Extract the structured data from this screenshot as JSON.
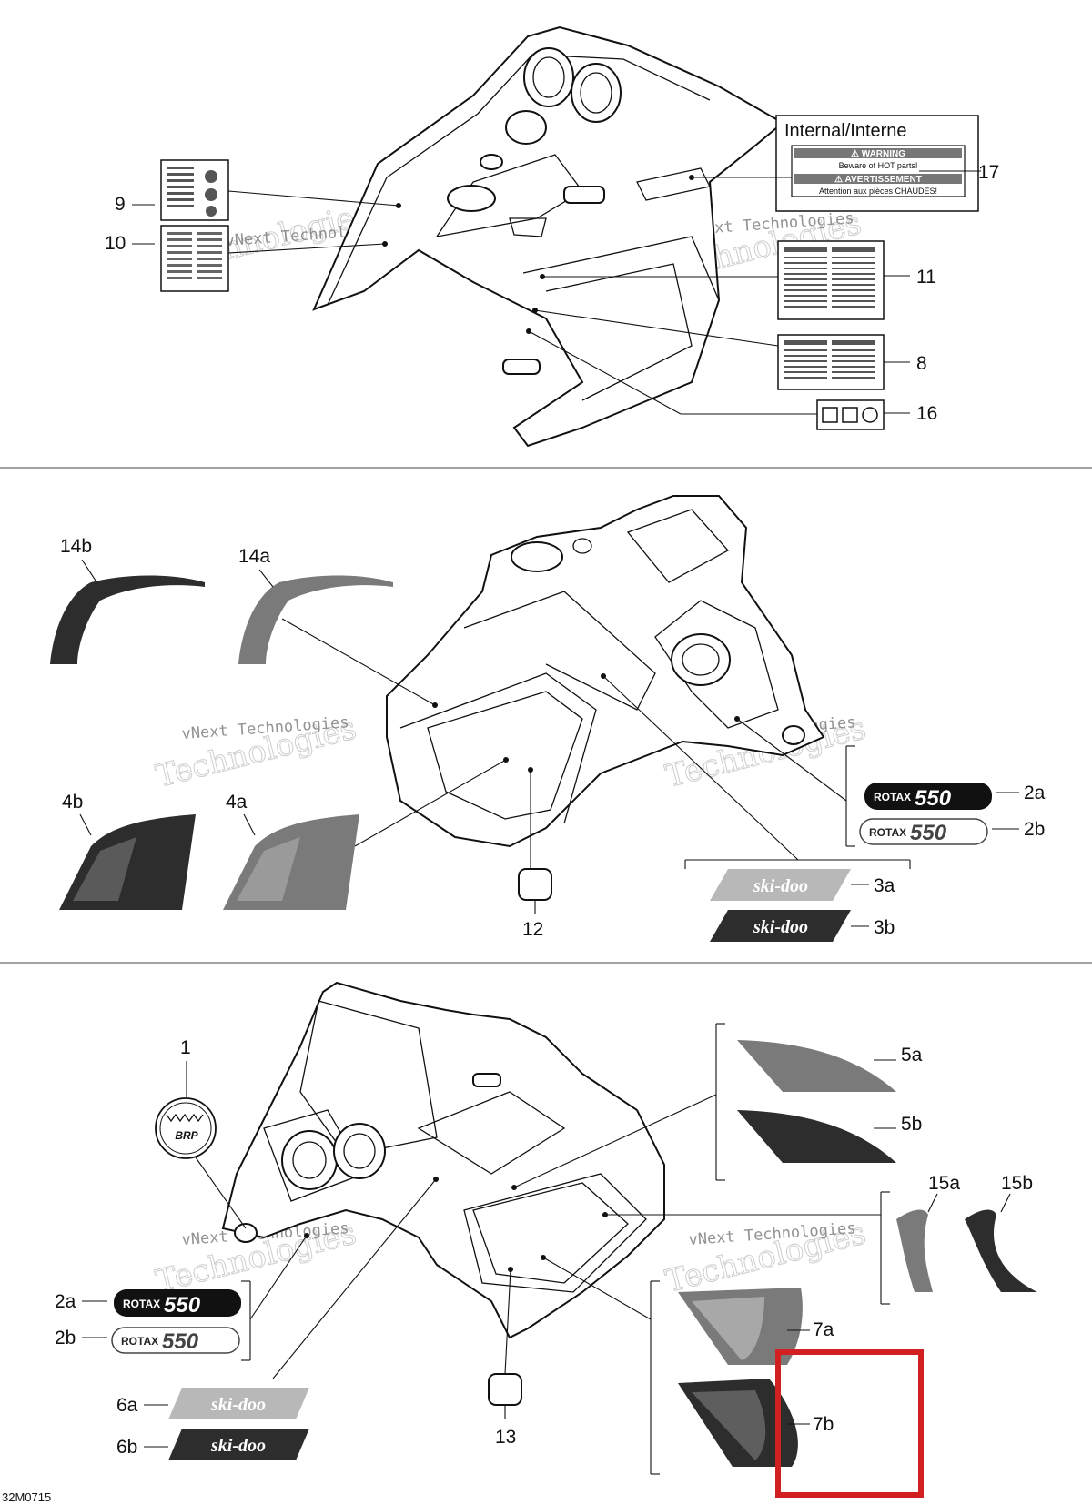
{
  "panel1": {
    "label_17_title": "Internal/Interne",
    "label_17_warning": "⚠ WARNING",
    "label_17_warning_text": "Beware of HOT parts!",
    "label_17_avert": "⚠ AVERTISSEMENT",
    "label_17_avert_text": "Attention aux pièces CHAUDES!",
    "callouts": {
      "c9": "9",
      "c10": "10",
      "c17": "17",
      "c11": "11",
      "c8": "8",
      "c16": "16"
    }
  },
  "panel2": {
    "callouts": {
      "c14b": "14b",
      "c14a": "14a",
      "c4b": "4b",
      "c4a": "4a",
      "c12": "12",
      "c2a": "2a",
      "c2b": "2b",
      "c3a": "3a",
      "c3b": "3b"
    },
    "rotax_word": "ROTAX",
    "rotax_num": "550",
    "skidoo_word": "ski-doo"
  },
  "panel3": {
    "callouts": {
      "c1": "1",
      "c5a": "5a",
      "c5b": "5b",
      "c15a": "15a",
      "c15b": "15b",
      "c2a": "2a",
      "c2b": "2b",
      "c7a": "7a",
      "c7b": "7b",
      "c6a": "6a",
      "c6b": "6b",
      "c13": "13"
    },
    "brp_word": "BRP",
    "rotax_word": "ROTAX",
    "rotax_num": "550",
    "skidoo_word": "ski-doo"
  },
  "watermark": {
    "line1": "vNext",
    "line2": "Technologies",
    "small": "vNext Technologies"
  },
  "footer_code": "32M0715",
  "highlight_color": "#d21f1f"
}
